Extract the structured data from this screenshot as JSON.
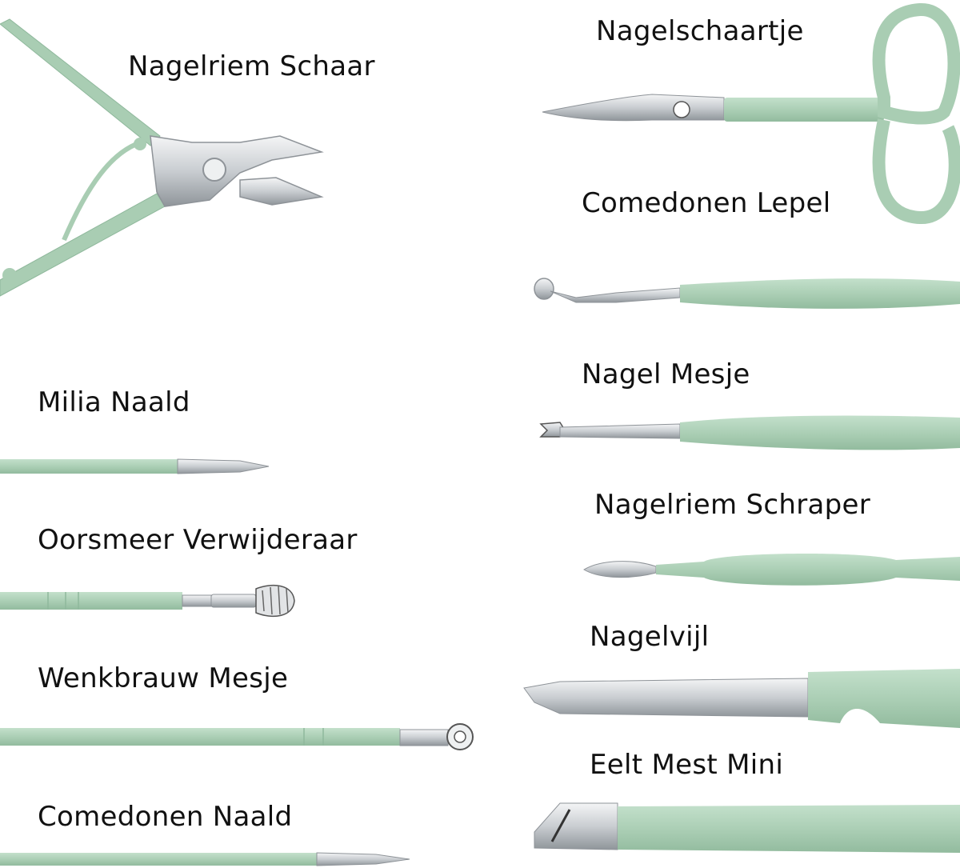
{
  "colors": {
    "background": "#ffffff",
    "mint_handle": "#a9cdb3",
    "mint_shadow": "#8fb89c",
    "steel": "#d6d9dc",
    "steel_dark": "#8e9398",
    "label_text": "#111111"
  },
  "tools": {
    "nagelriem_schaar": {
      "label": "Nagelriem Schaar",
      "icon": "cuticle-nipper-icon"
    },
    "nagelschaartje": {
      "label": "Nagelschaartje",
      "icon": "nail-scissors-icon"
    },
    "comedonen_lepel": {
      "label": "Comedonen Lepel",
      "icon": "comedone-spoon-icon"
    },
    "nagel_mesje": {
      "label": "Nagel Mesje",
      "icon": "nail-knife-icon"
    },
    "nagelriem_schraper": {
      "label": "Nagelriem Schraper",
      "icon": "cuticle-pusher-icon"
    },
    "nagelvijl": {
      "label": "Nagelvijl",
      "icon": "nail-file-icon"
    },
    "eelt_mest_mini": {
      "label": "Eelt Mest Mini",
      "icon": "callus-knife-icon"
    },
    "milia_naald": {
      "label": "Milia Naald",
      "icon": "milia-needle-icon"
    },
    "oorsmeer_verwijderaar": {
      "label": "Oorsmeer Verwijderaar",
      "icon": "ear-pick-icon"
    },
    "wenkbrauw_mesje": {
      "label": "Wenkbrauw Mesje",
      "icon": "eyebrow-blade-icon"
    },
    "comedonen_naald": {
      "label": "Comedonen Naald",
      "icon": "comedone-needle-icon"
    }
  }
}
